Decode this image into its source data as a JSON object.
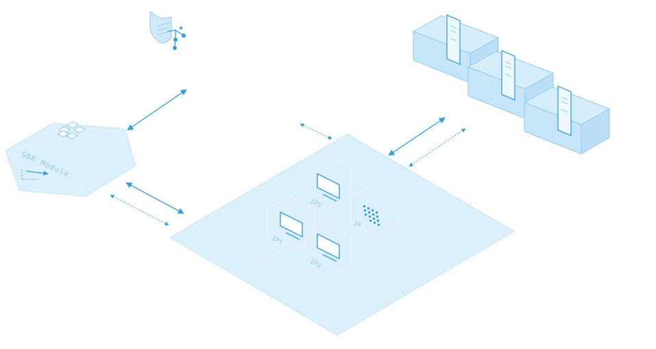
{
  "sdk_module": {
    "label": "SDK Module"
  },
  "platform": {
    "labels": {
      "ip1": "IP1",
      "ip2": "IP2",
      "ip3": "IP3",
      "ip": "IP"
    }
  },
  "colors": {
    "fill_light": "#dcf0fc",
    "fill_mid": "#c6e5f8",
    "stroke": "#8fcbee",
    "accent": "#2f9fe0",
    "label": "#8ec9ec"
  },
  "icons": {
    "top_left": "shield-network-icon",
    "sdk_grid": "cube-cluster-icon",
    "monitor": "monitor-icon",
    "dots": "dot-matrix-icon",
    "server": "server-box-icon"
  }
}
